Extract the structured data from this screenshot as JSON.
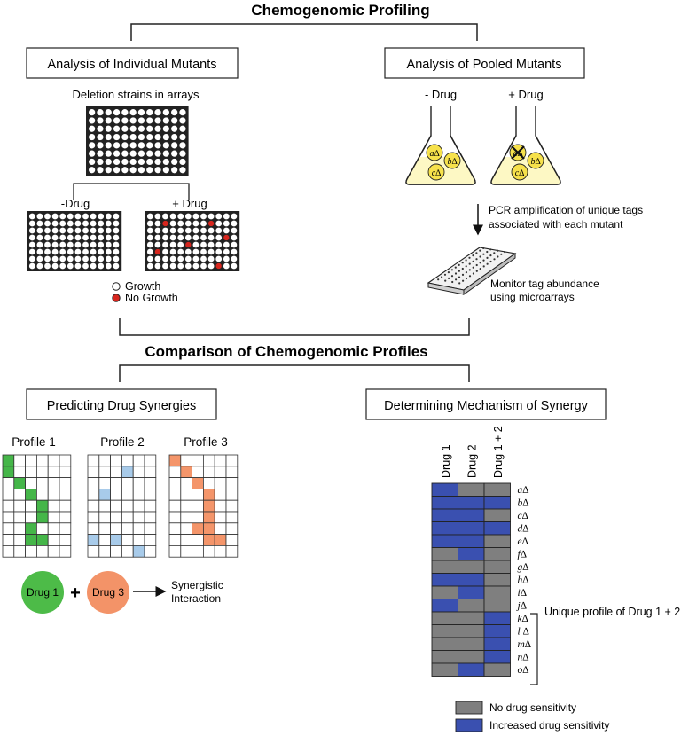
{
  "top": {
    "title": "Chemogenomic Profiling",
    "left_box": "Analysis of Individual Mutants",
    "right_box": "Analysis of Pooled Mutants",
    "deletion_caption": "Deletion strains in arrays",
    "minus_drug_left": "-Drug",
    "plus_drug_left": "+ Drug",
    "legend_growth": "Growth",
    "legend_no_growth": "No Growth",
    "minus_drug_right": "- Drug",
    "plus_drug_right": "+ Drug",
    "flask_minus_labels": [
      "a∆",
      "b∆",
      "c∆"
    ],
    "flask_plus_labels": [
      "a∆",
      "b∆",
      "c∆"
    ],
    "pcr_line1": "PCR amplification of unique tags",
    "pcr_line2": "associated with each mutant",
    "monitor_line1": "Monitor tag abundance",
    "monitor_line2": "using microarrays"
  },
  "middle": {
    "title": "Comparison of Chemogenomic Profiles",
    "left_box": "Predicting Drug Synergies",
    "right_box": "Determining Mechanism of Synergy"
  },
  "profiles": {
    "labels": [
      "Profile 1",
      "Profile 2",
      "Profile 3"
    ],
    "colors": [
      "#45b649",
      "#a8cbea",
      "#f4956a"
    ],
    "cells": [
      [
        [
          0,
          0
        ],
        [
          0,
          1
        ],
        [
          1,
          2
        ],
        [
          2,
          3
        ],
        [
          3,
          4
        ],
        [
          3,
          5
        ],
        [
          2,
          6
        ],
        [
          2,
          7
        ],
        [
          3,
          7
        ]
      ],
      [
        [
          3,
          1
        ],
        [
          1,
          3
        ],
        [
          0,
          7
        ],
        [
          2,
          7
        ],
        [
          4,
          8
        ]
      ],
      [
        [
          0,
          0
        ],
        [
          1,
          1
        ],
        [
          2,
          2
        ],
        [
          3,
          3
        ],
        [
          3,
          4
        ],
        [
          3,
          5
        ],
        [
          3,
          6
        ],
        [
          2,
          6
        ],
        [
          3,
          7
        ],
        [
          4,
          7
        ]
      ]
    ],
    "drug_a": "Drug 1",
    "drug_b": "Drug 3",
    "drug_a_color": "#4dbb48",
    "drug_b_color": "#f39368",
    "plus": "+",
    "result_line1": "Synergistic",
    "result_line2": "Interaction"
  },
  "mechanism": {
    "columns": [
      "Drug 1",
      "Drug 2",
      "Drug 1 + 2"
    ],
    "rows": [
      "a∆",
      "b∆",
      "c∆",
      "d∆",
      "e∆",
      "f∆",
      "g∆",
      "h∆",
      "i∆",
      "j∆",
      "k∆",
      "l ∆",
      "m∆",
      "n∆",
      "o∆"
    ],
    "matrix": [
      [
        1,
        0,
        0
      ],
      [
        1,
        1,
        1
      ],
      [
        1,
        1,
        0
      ],
      [
        1,
        1,
        1
      ],
      [
        1,
        1,
        0
      ],
      [
        0,
        1,
        0
      ],
      [
        0,
        0,
        0
      ],
      [
        1,
        1,
        0
      ],
      [
        0,
        1,
        0
      ],
      [
        1,
        0,
        0
      ],
      [
        0,
        0,
        1
      ],
      [
        0,
        0,
        1
      ],
      [
        0,
        0,
        1
      ],
      [
        0,
        0,
        1
      ],
      [
        0,
        1,
        0
      ]
    ],
    "bracket_label": "Unique profile of Drug 1 + 2",
    "color_none": "#7f7f7f",
    "color_increased": "#3a50b0",
    "legend_none": "No drug sensitivity",
    "legend_increased": "Increased drug sensitivity"
  }
}
